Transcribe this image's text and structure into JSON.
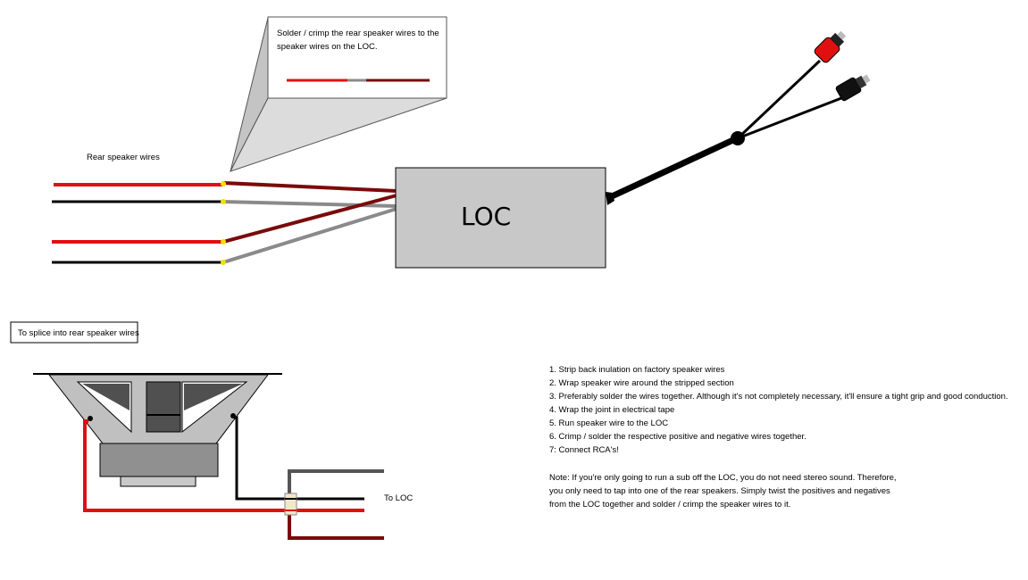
{
  "labels": {
    "rear_speaker_wires": "Rear speaker wires",
    "callout_line1": "Solder / crimp the rear speaker wires to the",
    "callout_line2": "speaker wires on the LOC.",
    "loc_box": "LOC",
    "splice_caption": "To splice into rear speaker wires",
    "to_loc": "To LOC"
  },
  "instructions": [
    "1. Strip back inulation on factory speaker wires",
    "2. Wrap speaker wire around the stripped section",
    "3. Preferably solder the wires together. Although it's not completely necessary, it'll ensure a tight grip and good conduction.",
    "4. Wrap the joint in electrical tape",
    "5. Run speaker wire to the LOC",
    "6. Crimp / solder the respective positive and negative wires together.",
    "7: Connect RCA's!"
  ],
  "note": [
    "Note: If you're only going to run a sub off the LOC, you do not need stereo sound. Therefore,",
    "you only need to tap into one of the rear speakers. Simply twist the positives and negatives",
    "from the LOC together and solder / crimp the speaker wires to it."
  ],
  "colors": {
    "red_wire": "#e01010",
    "black_wire": "#000000",
    "dark_red_wire": "#7a0a0a",
    "gray_wire": "#8a8a8a",
    "box_fill": "#c8c8c8",
    "joint": "#f0e000"
  }
}
